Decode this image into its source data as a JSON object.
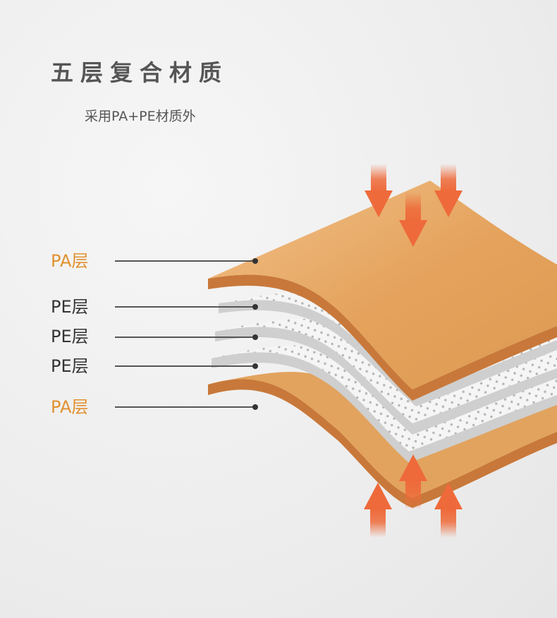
{
  "heading": {
    "title": "五层复合材质",
    "subtitle": "采用PA+PE材质外"
  },
  "layers": [
    {
      "label": "PA层",
      "type": "PA"
    },
    {
      "label": "PE层",
      "type": "PE"
    },
    {
      "label": "PE层",
      "type": "PE"
    },
    {
      "label": "PE层",
      "type": "PE"
    },
    {
      "label": "PA层",
      "type": "PA"
    }
  ],
  "colors": {
    "pa": "#e0902f",
    "pe": "#333333",
    "arrow": "#ee6a3a",
    "sheet_orange": "#e6a45e",
    "sheet_edge": "#c8783a"
  },
  "icons": {
    "top_arrows": "arrow-down-icon",
    "bottom_arrows": "arrow-up-icon"
  }
}
